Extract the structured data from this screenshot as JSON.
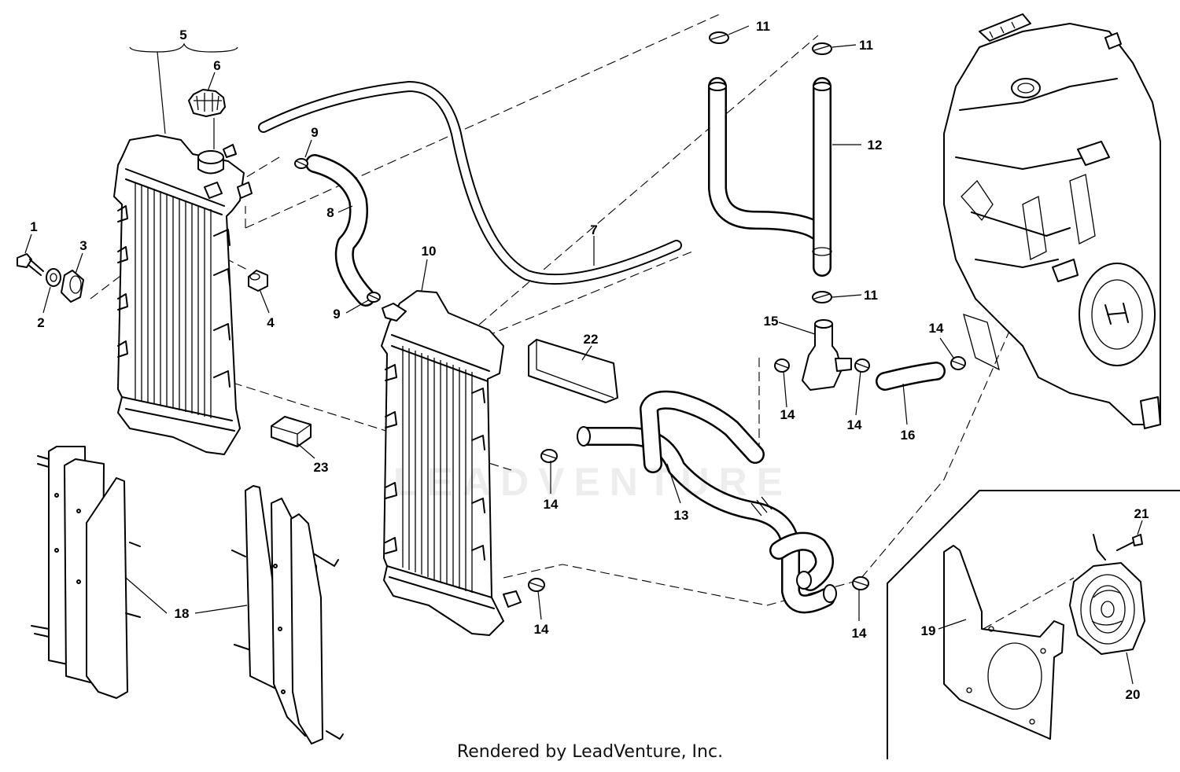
{
  "diagram": {
    "callouts": [
      {
        "id": "c1",
        "label": "1"
      },
      {
        "id": "c2",
        "label": "2"
      },
      {
        "id": "c3",
        "label": "3"
      },
      {
        "id": "c4",
        "label": "4"
      },
      {
        "id": "c5",
        "label": "5"
      },
      {
        "id": "c6",
        "label": "6"
      },
      {
        "id": "c7",
        "label": "7"
      },
      {
        "id": "c8",
        "label": "8"
      },
      {
        "id": "c9a",
        "label": "9"
      },
      {
        "id": "c9b",
        "label": "9"
      },
      {
        "id": "c10",
        "label": "10"
      },
      {
        "id": "c11a",
        "label": "11"
      },
      {
        "id": "c11b",
        "label": "11"
      },
      {
        "id": "c11c",
        "label": "11"
      },
      {
        "id": "c12",
        "label": "12"
      },
      {
        "id": "c13",
        "label": "13"
      },
      {
        "id": "c14a",
        "label": "14"
      },
      {
        "id": "c14b",
        "label": "14"
      },
      {
        "id": "c14c",
        "label": "14"
      },
      {
        "id": "c14d",
        "label": "14"
      },
      {
        "id": "c14e",
        "label": "14"
      },
      {
        "id": "c14f",
        "label": "14"
      },
      {
        "id": "c15",
        "label": "15"
      },
      {
        "id": "c16",
        "label": "16"
      },
      {
        "id": "c18",
        "label": "18"
      },
      {
        "id": "c19",
        "label": "19"
      },
      {
        "id": "c20",
        "label": "20"
      },
      {
        "id": "c21",
        "label": "21"
      },
      {
        "id": "c22",
        "label": "22"
      },
      {
        "id": "c23",
        "label": "23"
      }
    ]
  },
  "watermark": "LEADVENTURE",
  "footer": "Rendered by LeadVenture, Inc."
}
